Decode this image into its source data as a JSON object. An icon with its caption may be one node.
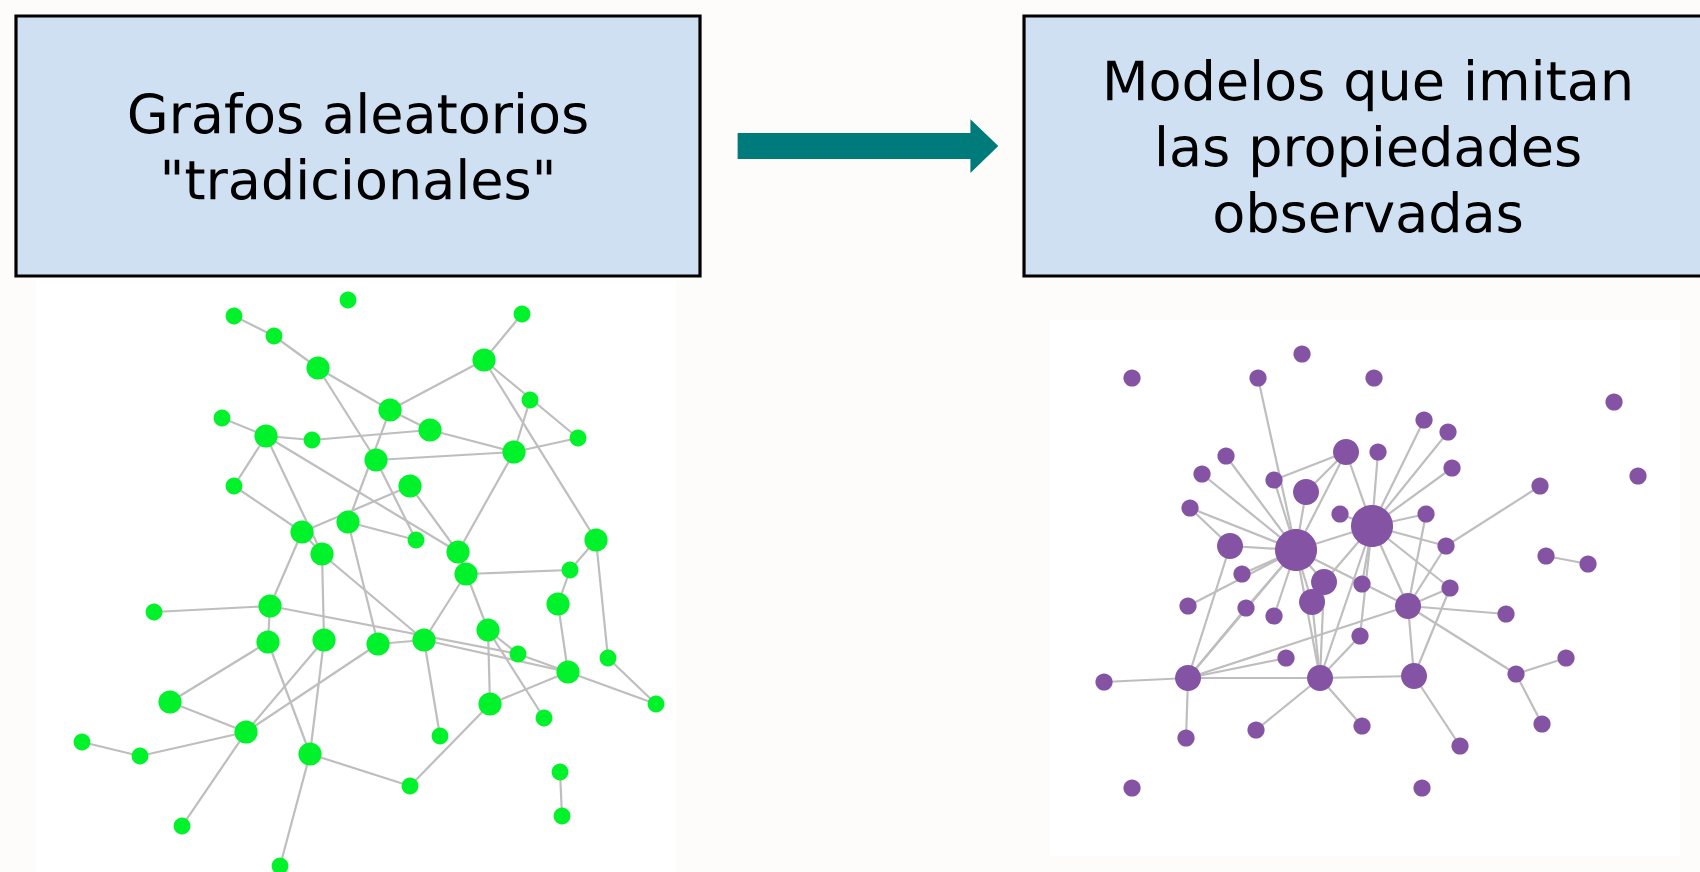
{
  "diagram": {
    "nodes": [
      {
        "text": [
          "Grafos aleatorios \"tradicionales\""
        ]
      },
      {
        "text": [
          "Modelos que imitan las propiedades observadas"
        ]
      }
    ],
    "edges": [
      {
        "from": 0,
        "to": 1,
        "arrow": "to"
      }
    ]
  }
}
